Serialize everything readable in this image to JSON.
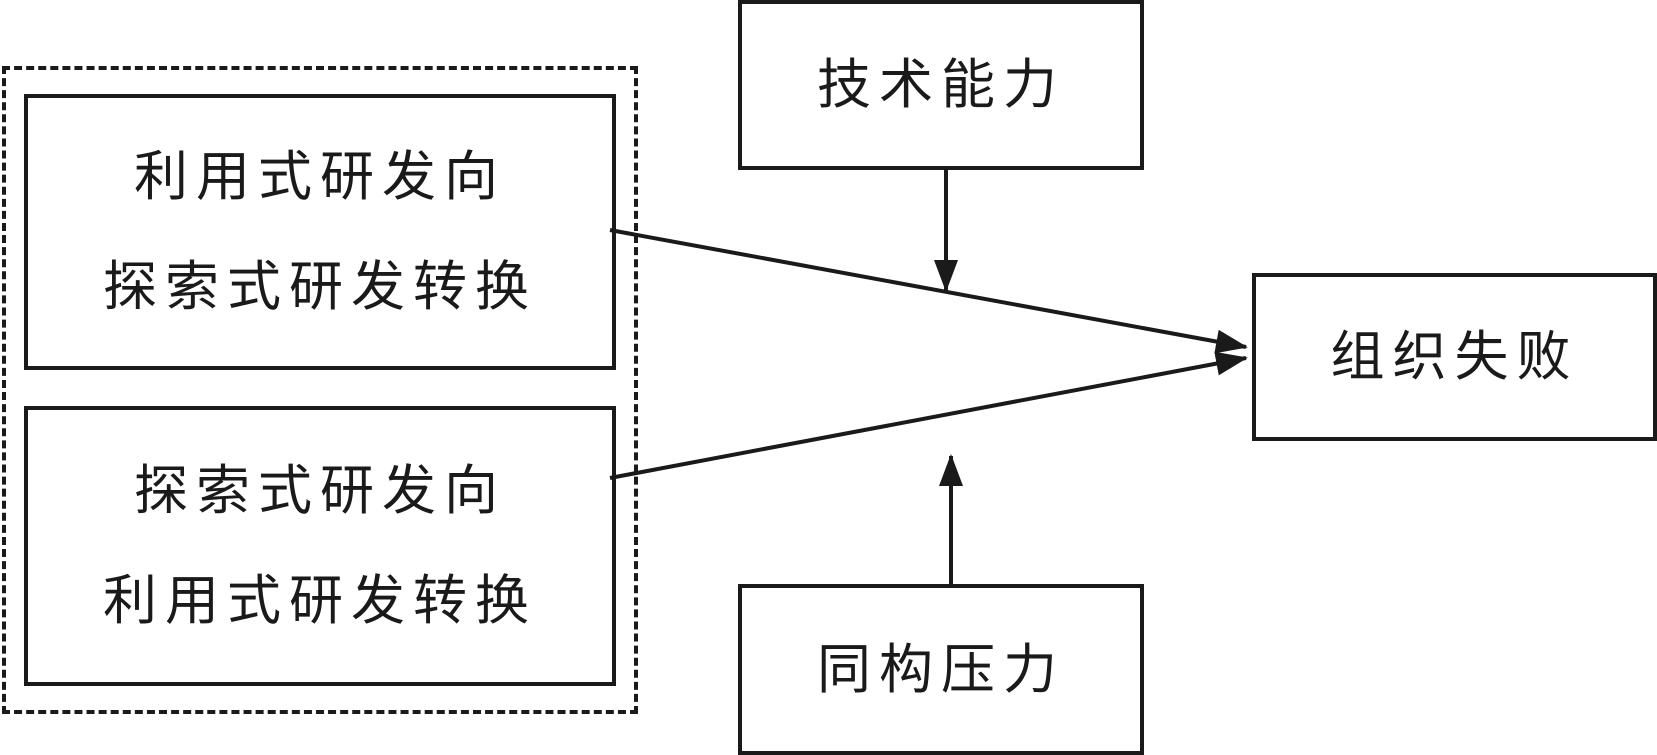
{
  "nodes": {
    "transition_a": {
      "line1": "利用式研发向",
      "line2": "探索式研发转换"
    },
    "transition_b": {
      "line1": "探索式研发向",
      "line2": "利用式研发转换"
    },
    "moderator_top": {
      "label": "技术能力"
    },
    "moderator_bottom": {
      "label": "同构压力"
    },
    "outcome": {
      "label": "组织失败"
    }
  },
  "edges": [
    {
      "from": "transition_a",
      "to": "outcome"
    },
    {
      "from": "transition_b",
      "to": "outcome"
    },
    {
      "from": "moderator_top",
      "to": "edge:transition_a->outcome"
    },
    {
      "from": "moderator_bottom",
      "to": "edge:transition_b->outcome"
    }
  ],
  "colors": {
    "stroke": "#1a1a1a",
    "background": "#ffffff"
  }
}
